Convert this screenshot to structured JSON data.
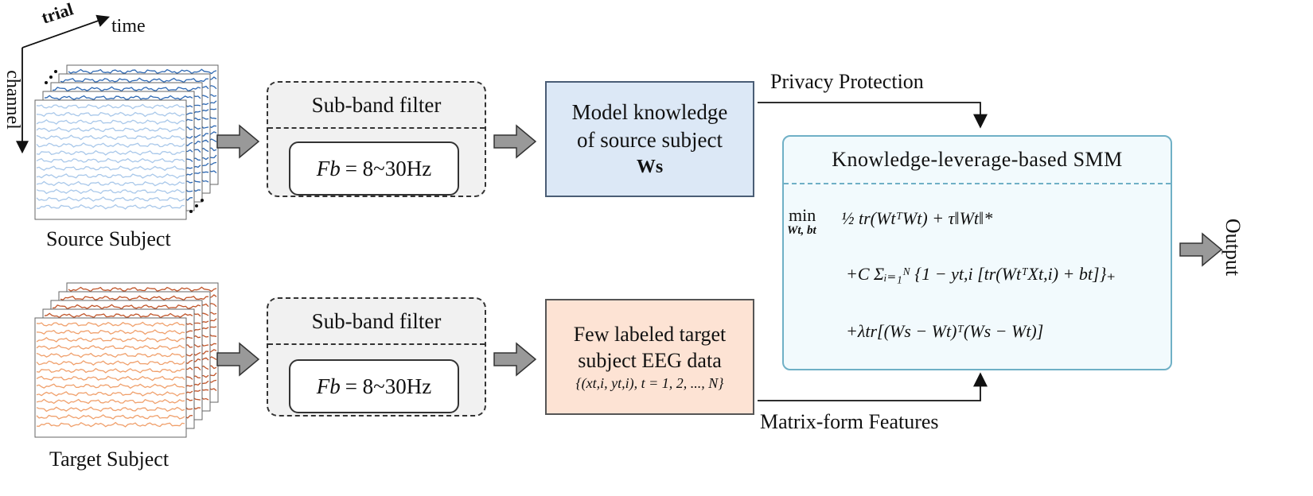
{
  "axes": {
    "trial": "trial",
    "time": "time",
    "channel": "channel"
  },
  "source_label": "Source Subject",
  "target_label": "Target Subject",
  "filter": {
    "title": "Sub-band filter",
    "var": "Fb",
    "value": "= 8~30Hz"
  },
  "source_model": {
    "line1": "Model knowledge",
    "line2": "of source subject",
    "symbol": "Ws"
  },
  "target_data": {
    "line1": "Few labeled target",
    "line2": "subject EEG data",
    "set": "{(xt,i, yt,i), t = 1, 2, ..., N}"
  },
  "privacy_label": "Privacy Protection",
  "features_label": "Matrix-form Features",
  "smm": {
    "title": "Knowledge-leverage-based SMM",
    "min": "min",
    "min_sub": "Wt, bt",
    "term1": "½ tr(WtᵀWt) + τ‖Wt‖*",
    "term2": "+C Σᵢ₌₁ᴺ {1 − yt,i [tr(WtᵀXt,i) + bt]}₊",
    "term3": "+λtr[(Ws − Wt)ᵀ(Ws − Wt)]"
  },
  "output_label": "Output",
  "colors": {
    "source_front": "#a9c8ea",
    "source_back": "#2f69b3",
    "target_front": "#f0a06c",
    "target_back": "#c0552a",
    "model_box": "#dce8f6",
    "data_box": "#fde3d4",
    "smm_border": "#6fb0c6",
    "arrow": "#999999"
  }
}
